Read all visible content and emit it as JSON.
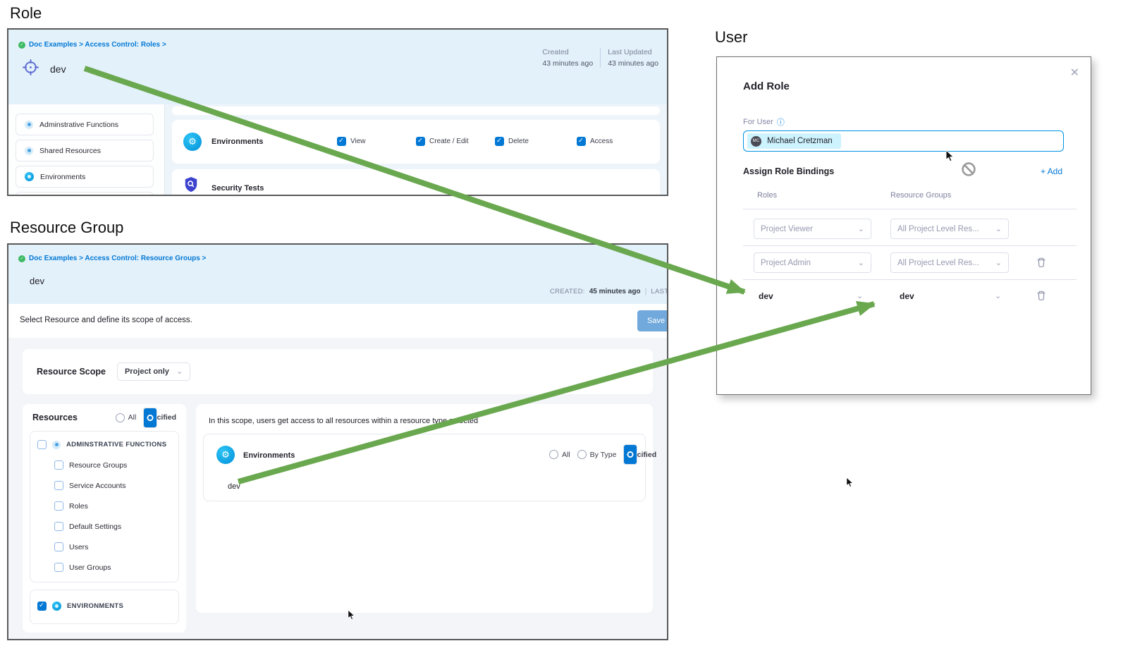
{
  "labels": {
    "role_heading": "Role",
    "rg_heading": "Resource Group",
    "user_heading": "User"
  },
  "icons": {
    "info": "ⓘ",
    "close": "✕",
    "chevron": "⌄",
    "gear": "⚙",
    "crumb_check": "✓"
  },
  "role": {
    "breadcrumb": "Doc Examples > Access Control: Roles >",
    "title": "dev",
    "meta": {
      "created_label": "Created",
      "created_value": "43 minutes ago",
      "updated_label": "Last Updated",
      "updated_value": "43 minutes ago"
    },
    "sidebar": [
      {
        "label": "Adminstrative Functions"
      },
      {
        "label": "Shared Resources"
      },
      {
        "label": "Environments"
      }
    ],
    "permission_row": {
      "label": "Environments",
      "perms": [
        {
          "label": "View"
        },
        {
          "label": "Create / Edit"
        },
        {
          "label": "Delete"
        },
        {
          "label": "Access"
        }
      ]
    },
    "next_row_label": "Security Tests"
  },
  "resource_group": {
    "breadcrumb": "Doc Examples > Access Control: Resource Groups >",
    "title": "dev",
    "meta": {
      "created_label": "CREATED:",
      "created_value": "45 minutes ago",
      "updated_label": "LAST UPD"
    },
    "description": "Select Resource and define its scope of access.",
    "save_label": "Save",
    "scope": {
      "label": "Resource Scope",
      "value": "Project only"
    },
    "resources": {
      "label": "Resources",
      "radio_all": "All",
      "radio_specified": "Specified",
      "group1": "ADMINSTRATIVE FUNCTIONS",
      "group1_items": [
        {
          "label": "Resource Groups"
        },
        {
          "label": "Service Accounts"
        },
        {
          "label": "Roles"
        },
        {
          "label": "Default Settings"
        },
        {
          "label": "Users"
        },
        {
          "label": "User Groups"
        }
      ],
      "group2": "ENVIRONMENTS"
    },
    "scope_note": "In this scope, users get access to all resources within a resource type selected",
    "env_row": {
      "label": "Environments",
      "radio_all": "All",
      "radio_by_type": "By Type",
      "radio_specified": "Specified",
      "tag": "dev"
    }
  },
  "user": {
    "dialog_title": "Add Role",
    "for_user_label": "For User",
    "chip": {
      "avatar_glyph": "MC",
      "name": "Michael Cretzman"
    },
    "assign_label": "Assign Role Bindings",
    "add_label": "+ Add",
    "col_roles": "Roles",
    "col_resource_groups": "Resource Groups",
    "bindings": [
      {
        "role": "Project Viewer",
        "resource_group": "All Project Level Res..."
      },
      {
        "role": "Project Admin",
        "resource_group": "All Project Level Res..."
      },
      {
        "role": "dev",
        "resource_group": "dev"
      }
    ]
  },
  "colors": {
    "accent_blue": "#0278d5",
    "arrow_green": "#6aa84f",
    "header_blue": "#e3f1fb",
    "chip_blue": "#cdf3fe",
    "env_icon_blue": "#0290da",
    "shield_indigo": "#3d43cf"
  }
}
